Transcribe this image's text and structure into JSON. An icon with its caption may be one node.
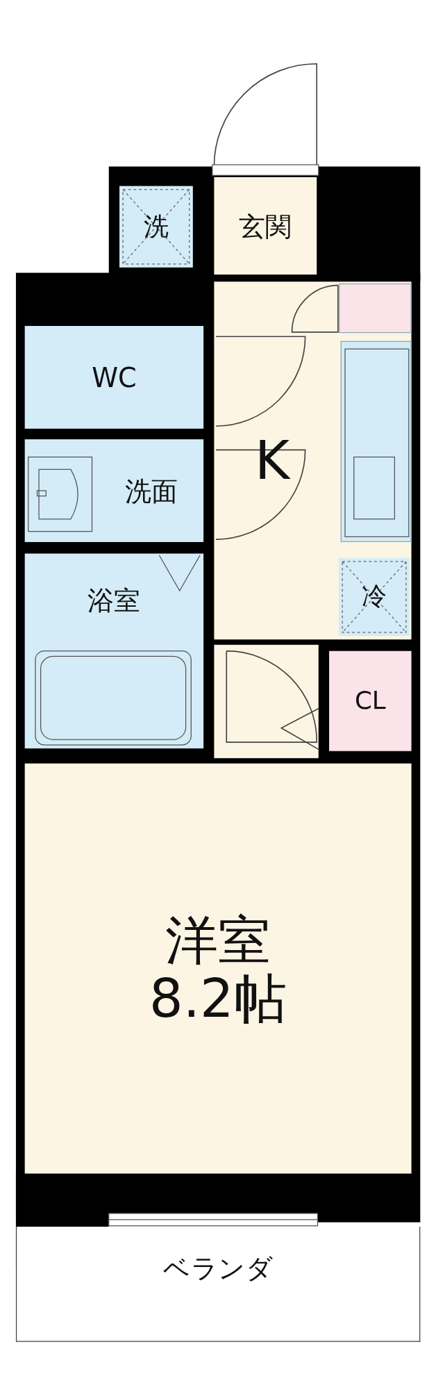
{
  "diagram": {
    "nodes": [
      {
        "text": [
          "洗"
        ]
      },
      {
        "text": [
          "玄関"
        ]
      },
      {
        "text": [
          "WC"
        ]
      },
      {
        "text": [
          "K"
        ]
      },
      {
        "text": [],
        "shape": "box",
        "in": 3
      },
      {
        "text": [],
        "shape": "box",
        "in": 3
      },
      {
        "text": [
          "洗面"
        ]
      },
      {
        "text": [
          "冷"
        ],
        "in": 3
      },
      {
        "text": [
          "浴室"
        ]
      },
      {
        "text": [
          "CL"
        ]
      },
      {
        "text": [
          "洋室",
          "8.2帖"
        ]
      },
      {
        "text": [
          "ベランダ"
        ]
      }
    ]
  }
}
